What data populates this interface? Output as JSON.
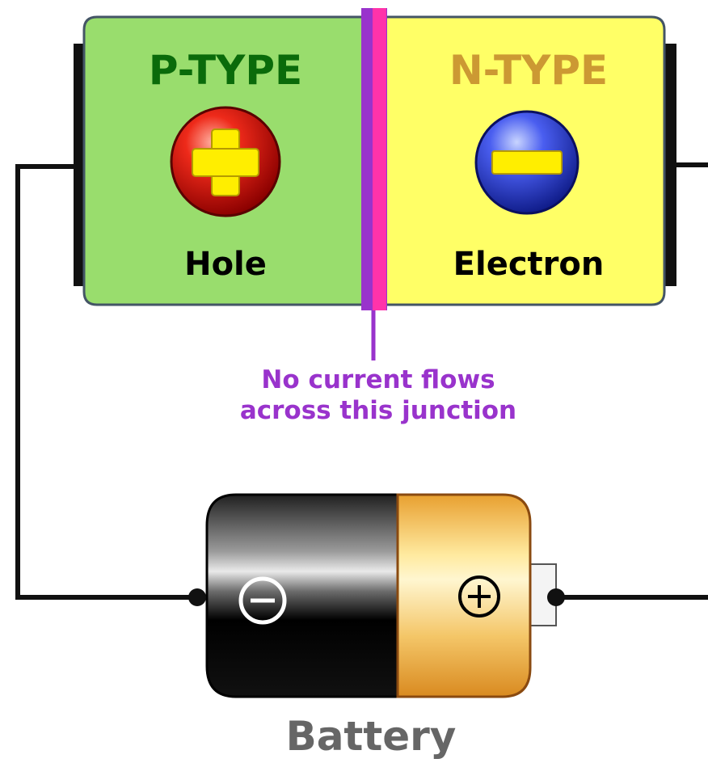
{
  "p_region": {
    "title": "P-TYPE",
    "carrier_label": "Hole",
    "carrier_sign": "+",
    "fill": "#99dd6d",
    "title_color": "#0a6b0a"
  },
  "n_region": {
    "title": "N-TYPE",
    "carrier_label": "Electron",
    "carrier_sign": "−",
    "fill": "#ffff66",
    "title_color": "#cc9933"
  },
  "junction": {
    "note_line1": "No current flows",
    "note_line2": "across this junction",
    "color": "#9933cc",
    "inner_color": "#ff33aa"
  },
  "battery": {
    "label": "Battery",
    "negative_symbol": "⊖",
    "positive_symbol": "⊕",
    "label_color": "#666666"
  },
  "colors": {
    "wire": "#111111",
    "hole": "#e01010",
    "electron": "#2233cc",
    "sign": "#ffee00"
  }
}
